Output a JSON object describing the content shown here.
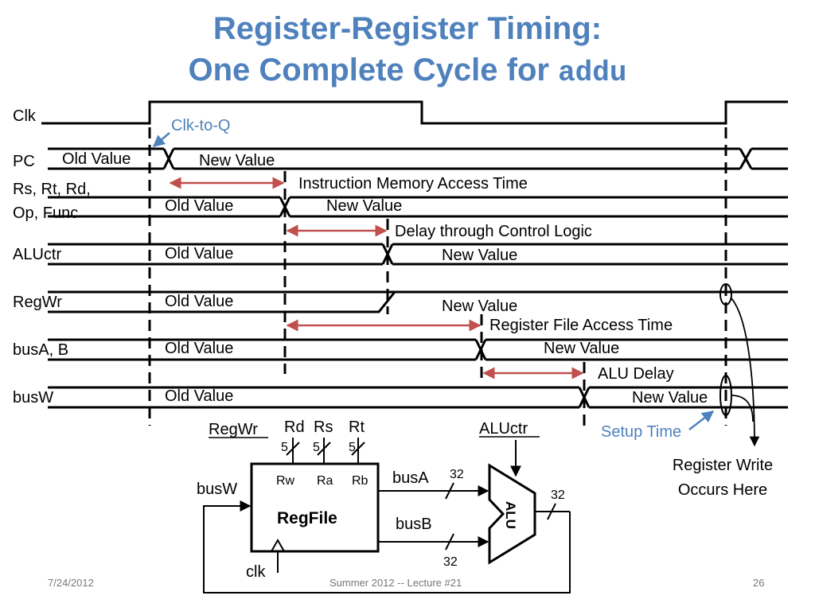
{
  "title": {
    "line1": "Register-Register Timing:",
    "line2_prefix": "One Complete Cycle for ",
    "line2_code": "addu"
  },
  "signals": {
    "clk": "Clk",
    "pc": "PC",
    "rs_line1": "Rs, Rt, Rd,",
    "rs_line2": "Op, Func",
    "aluctr": "ALUctr",
    "regwr": "RegWr",
    "busab": "busA, B",
    "busw": "busW"
  },
  "values": {
    "old": "Old Value",
    "new": "New Value"
  },
  "annotations": {
    "clk_to_q": "Clk-to-Q",
    "imem": "Instruction Memory Access Time",
    "control": "Delay through Control Logic",
    "regfile_access": "Register File Access Time",
    "alu_delay": "ALU Delay",
    "setup": "Setup Time",
    "reg_write_1": "Register Write",
    "reg_write_2": "Occurs Here"
  },
  "datapath": {
    "regwr": "RegWr",
    "rd": "Rd",
    "rs": "Rs",
    "rt": "Rt",
    "w5": "5",
    "rw": "Rw",
    "ra": "Ra",
    "rb": "Rb",
    "regfile": "RegFile",
    "busw": "busW",
    "clk": "clk",
    "busa": "busA",
    "busb": "busB",
    "w32": "32",
    "aluctr": "ALUctr",
    "alu": "ALU"
  },
  "footer": {
    "date": "7/24/2012",
    "course": "Summer 2012 -- Lecture #21",
    "page": "26"
  },
  "colors": {
    "title": "#4f81bd",
    "arrow": "#c0504d",
    "annotation": "#4f81bd"
  }
}
